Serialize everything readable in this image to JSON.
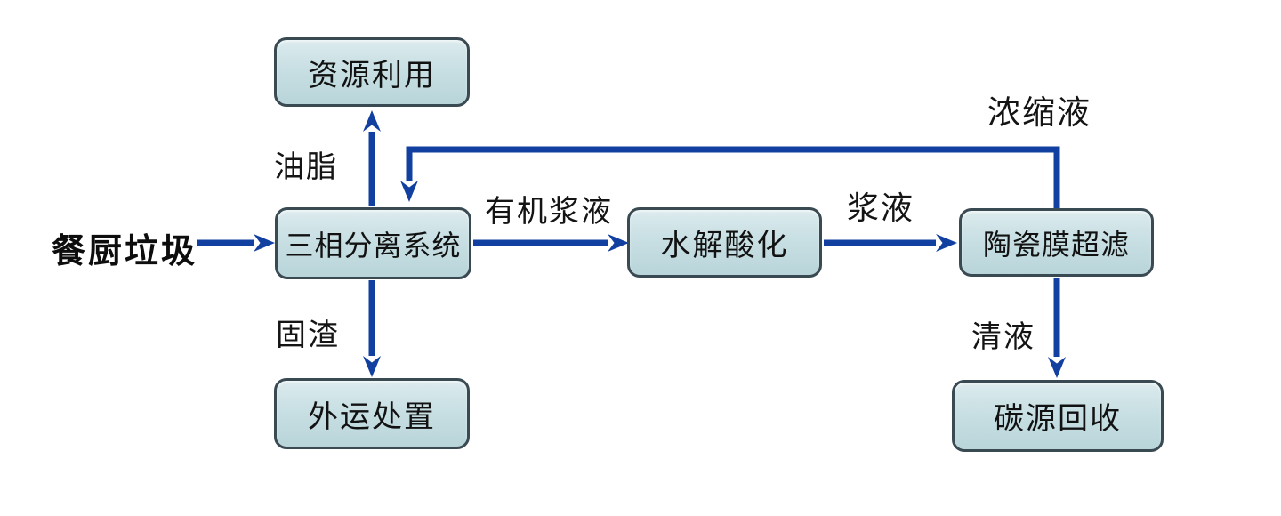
{
  "diagram": {
    "source": {
      "label": "餐厨垃圾"
    },
    "nodes": [
      {
        "id": "resource-utilization",
        "label": "资源利用"
      },
      {
        "id": "three-phase-separation-system",
        "label": "三相分离系统"
      },
      {
        "id": "hydrolysis-acidification",
        "label": "水解酸化"
      },
      {
        "id": "ceramic-membrane-ultrafiltration",
        "label": "陶瓷膜超滤"
      },
      {
        "id": "offsite-disposal",
        "label": "外运处置"
      },
      {
        "id": "carbon-source-recovery",
        "label": "碳源回收"
      }
    ],
    "edges": [
      {
        "from": "餐厨垃圾",
        "to": "三相分离系统",
        "label": ""
      },
      {
        "from": "三相分离系统",
        "to": "资源利用",
        "label": "油脂"
      },
      {
        "from": "三相分离系统",
        "to": "外运处置",
        "label": "固渣"
      },
      {
        "from": "三相分离系统",
        "to": "水解酸化",
        "label": "有机浆液"
      },
      {
        "from": "水解酸化",
        "to": "陶瓷膜超滤",
        "label": "浆液"
      },
      {
        "from": "陶瓷膜超滤",
        "to": "碳源回收",
        "label": "清液"
      },
      {
        "from": "陶瓷膜超滤",
        "to": "三相分离系统",
        "label": "浓缩液"
      }
    ],
    "colors": {
      "box_fill_top": "#dcebee",
      "box_fill_bottom": "#b9d5da",
      "box_border": "#3a4a52",
      "arrow": "#1240a0",
      "text": "#141414"
    }
  }
}
